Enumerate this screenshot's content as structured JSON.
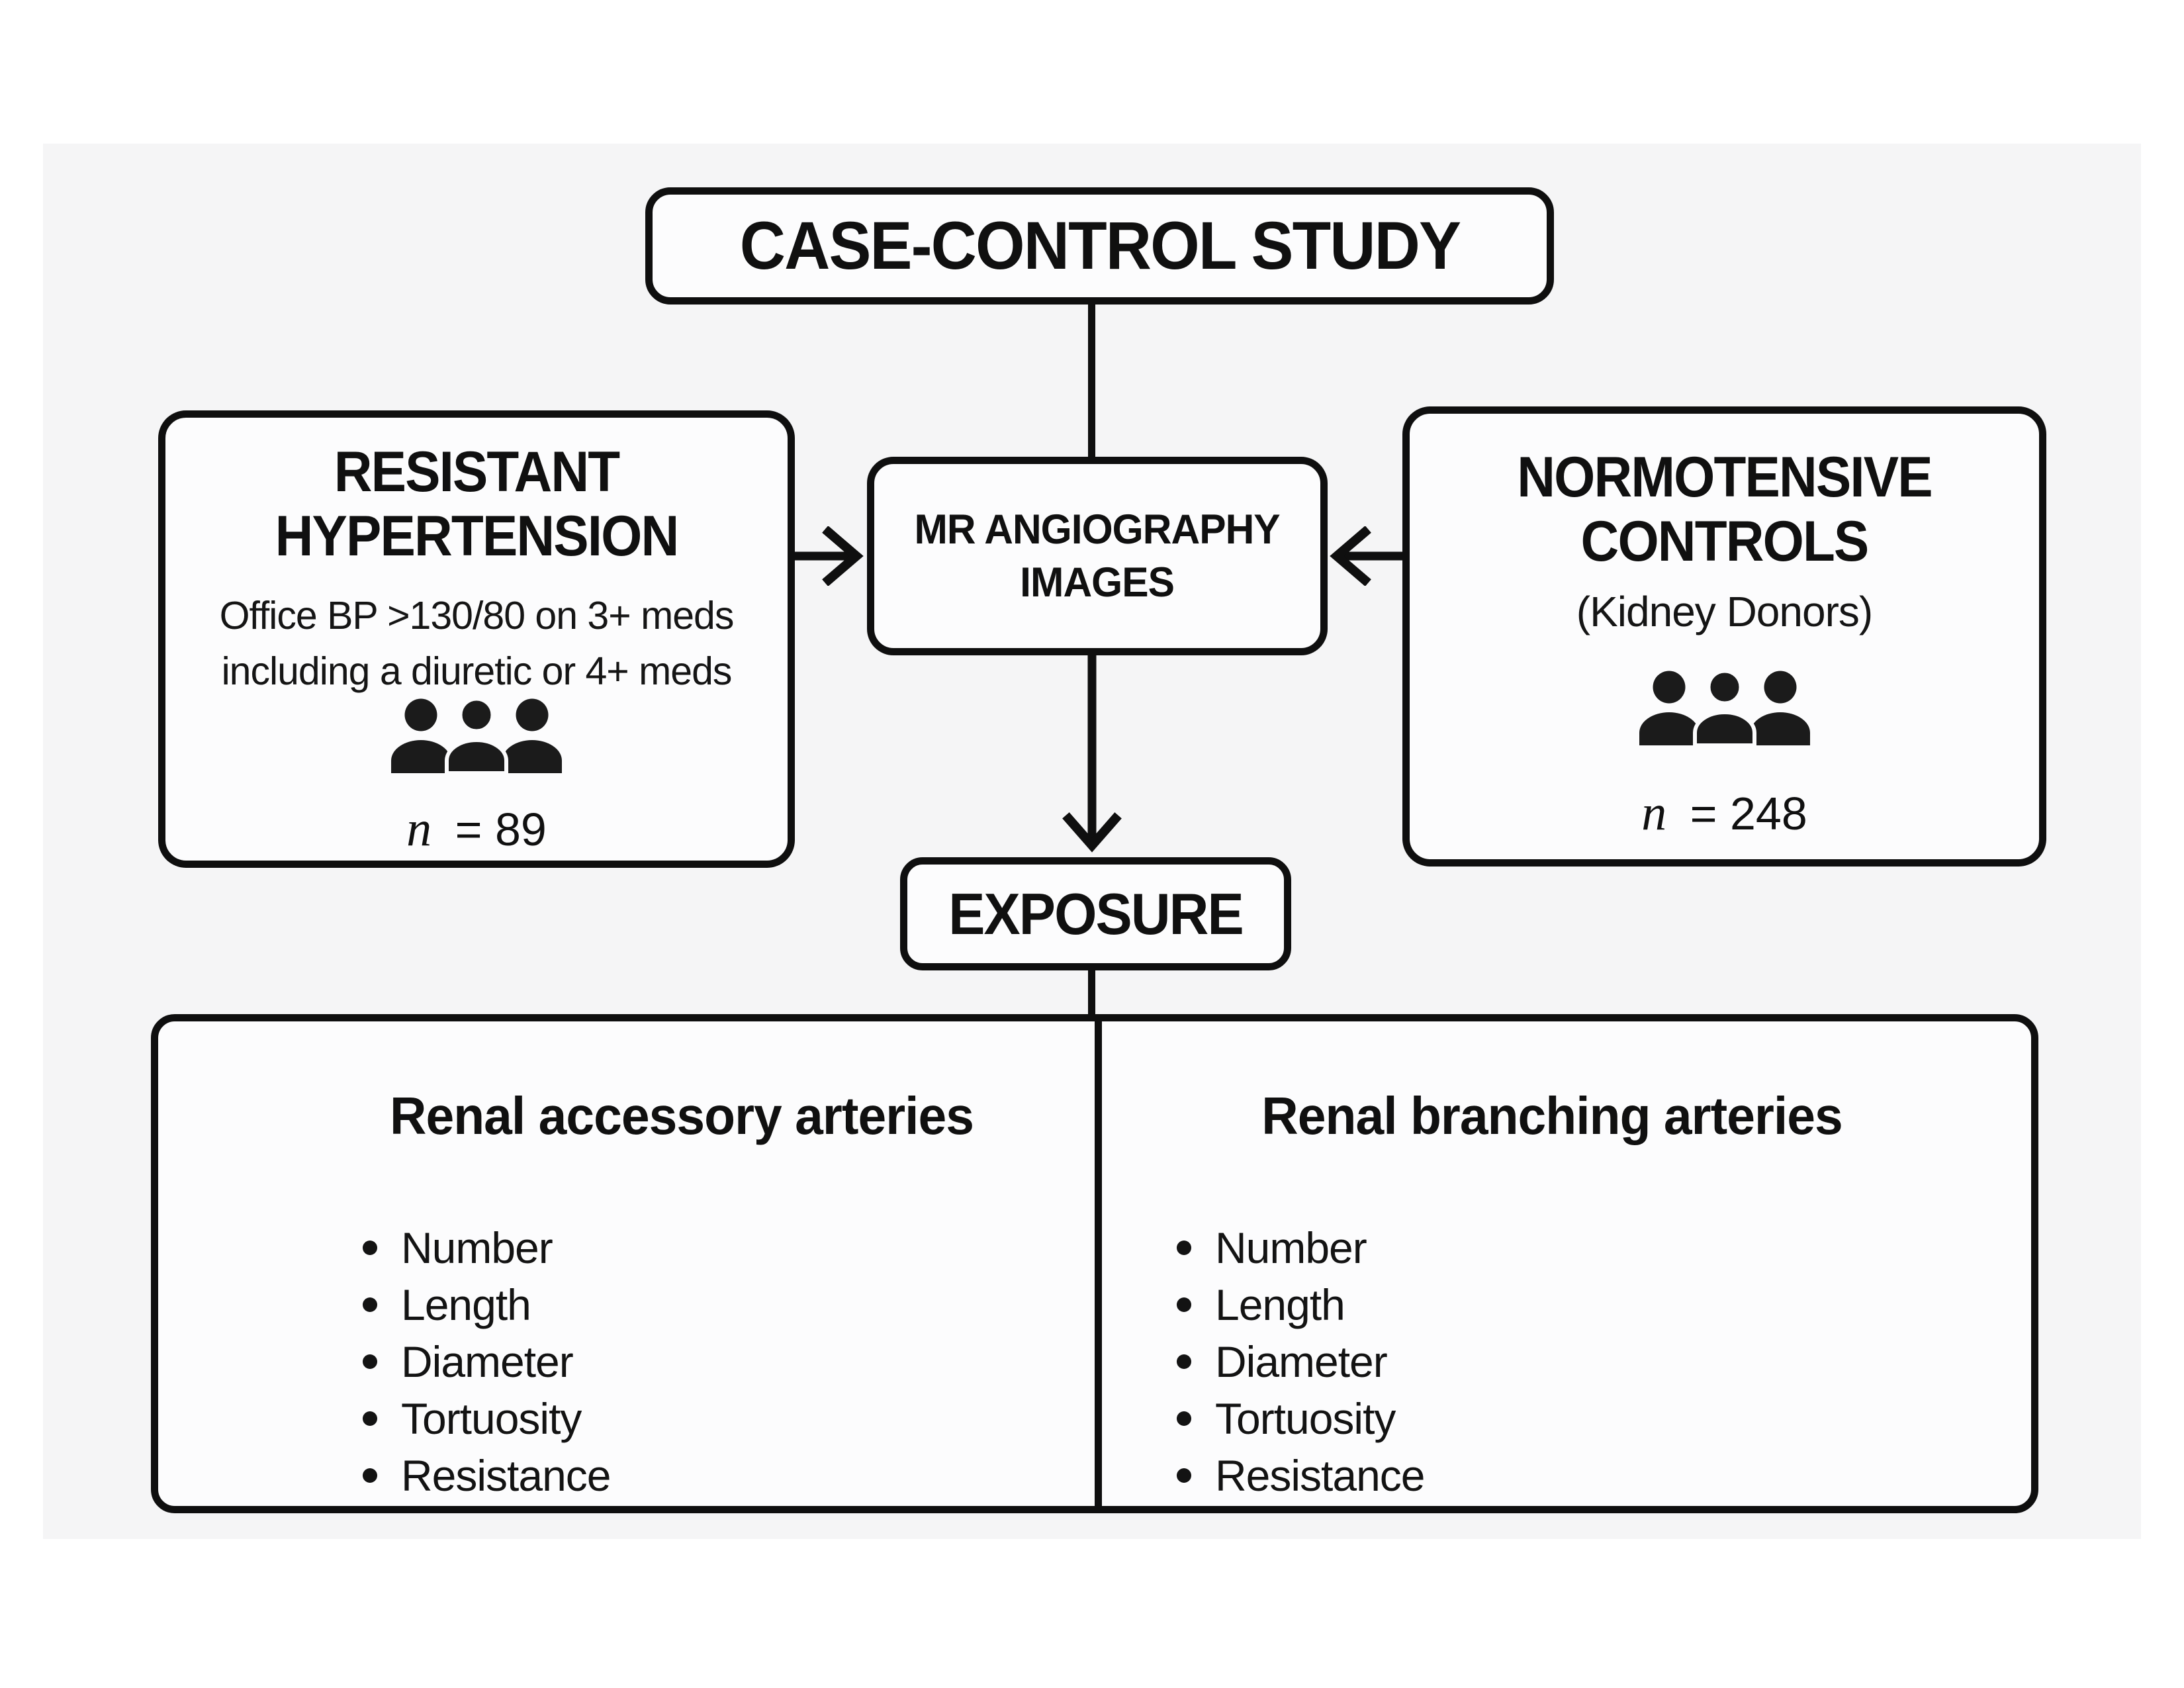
{
  "palette": {
    "ink": "#0f0f0f",
    "panel_bg": "#f5f5f6",
    "box_bg": "#fcfcfd",
    "page_bg": "#ffffff"
  },
  "icons": {
    "people_group": "people-group-icon",
    "arrow_right": "arrow-right-icon",
    "arrow_left": "arrow-left-icon",
    "arrow_down": "arrow-down-icon"
  },
  "top_box": {
    "label": "CASE-CONTROL STUDY"
  },
  "left_box": {
    "title_line1": "RESISTANT",
    "title_line2": "HYPERTENSION",
    "subtitle_line1": "Office BP >130/80 on 3+ meds",
    "subtitle_line2": "including a diuretic or 4+ meds",
    "n_label": "n",
    "n_value": "= 89"
  },
  "center_box": {
    "line1": "MR ANGIOGRAPHY",
    "line2": "IMAGES"
  },
  "right_box": {
    "title_line1": "NORMOTENSIVE",
    "title_line2": "CONTROLS",
    "subtitle": "(Kidney Donors)",
    "n_label": "n",
    "n_value": "= 248"
  },
  "exposure_box": {
    "label": "EXPOSURE"
  },
  "bottom": {
    "left_column": {
      "title": "Renal accessory arteries",
      "items": [
        "Number",
        "Length",
        "Diameter",
        "Tortuosity",
        "Resistance"
      ]
    },
    "right_column": {
      "title": "Renal branching arteries",
      "items": [
        "Number",
        "Length",
        "Diameter",
        "Tortuosity",
        "Resistance"
      ]
    }
  }
}
